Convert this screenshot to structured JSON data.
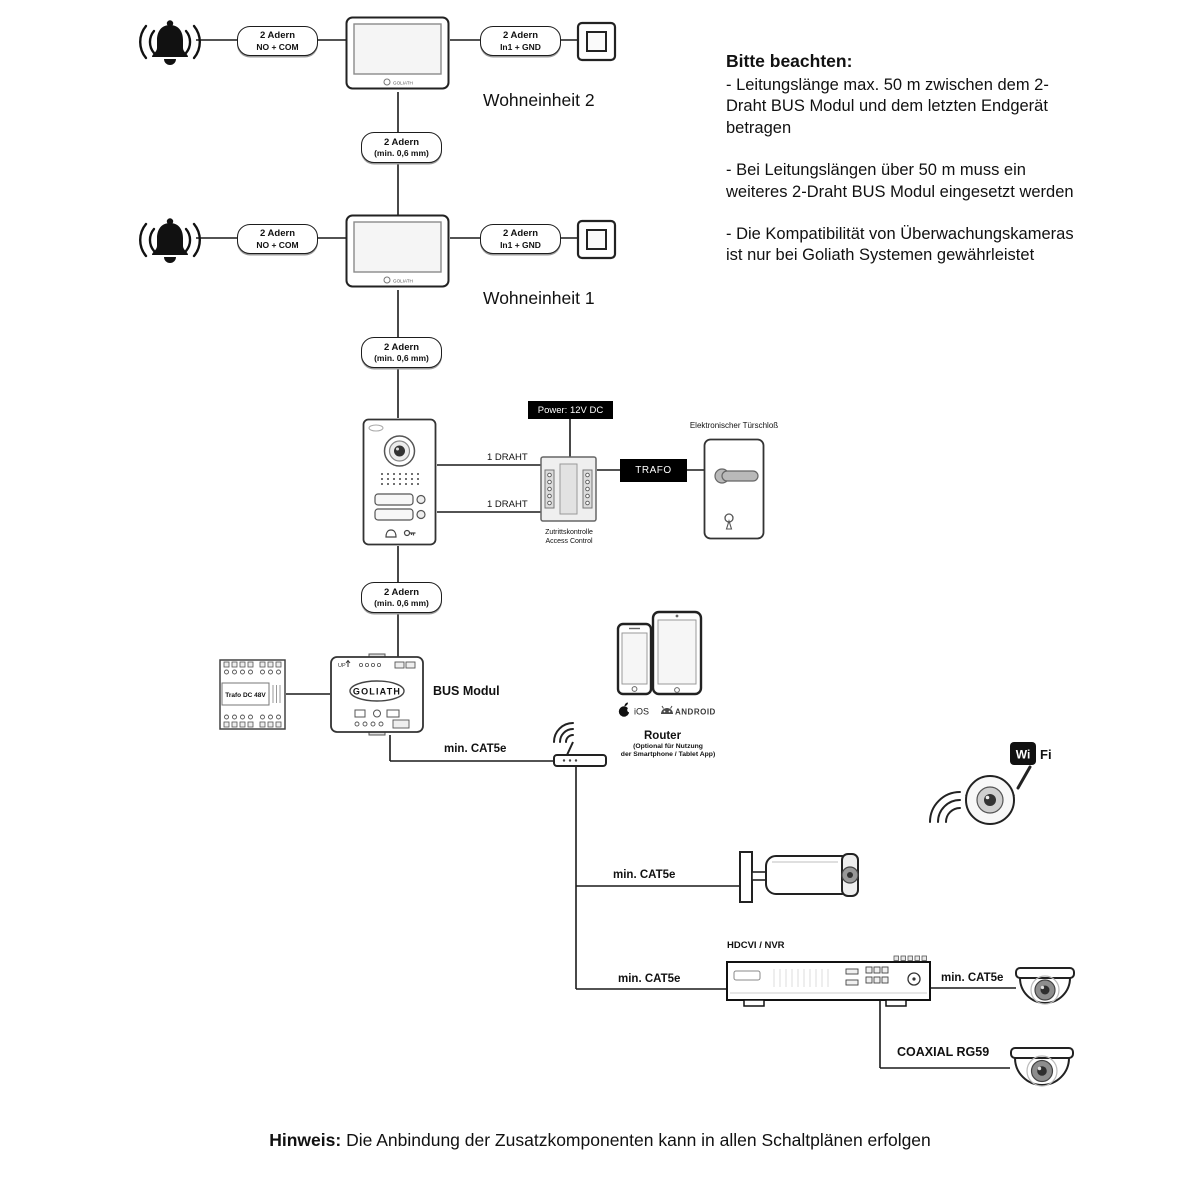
{
  "notes": {
    "heading": "Bitte beachten:",
    "items": [
      "- Leitungslänge max. 50 m zwischen dem 2-Draht BUS Modul und dem letzten Endgerät betragen",
      "- Bei Leitungslängen über 50 m muss ein weiteres 2-Draht BUS Modul eingesetzt werden",
      "- Die Kompatibilität von Überwachungskameras ist nur bei Goliath Systemen gewährleistet"
    ]
  },
  "units": {
    "unit1": "Wohneinheit 1",
    "unit2": "Wohneinheit 2"
  },
  "connectors": {
    "no_com": {
      "line1": "2 Adern",
      "line2": "NO + COM"
    },
    "in1_gnd": {
      "line1": "2 Adern",
      "line2": "In1 + GND"
    },
    "min06": {
      "line1": "2 Adern",
      "line2": "(min. 0,6 mm)"
    },
    "draht": "1 DRAHT",
    "cat5e": "min. CAT5e",
    "coaxial": "COAXIAL RG59"
  },
  "devices": {
    "power_label": "Power: 12V DC",
    "trafo_label": "TRAFO",
    "door_lock_label": "Elektronischer Türschloß",
    "access_line1": "Zutrittskontrolle",
    "access_line2": "Access Control",
    "trafo_dc": "Trafo DC 48V",
    "goliath": "GOLIATH",
    "bus_modul": "BUS Modul",
    "bus_up": "UP",
    "router": "Router",
    "router_sub1": "(Optional für Nutzung",
    "router_sub2": "der Smartphone / Tablet App)",
    "ios": "iOS",
    "android": "ANDROID",
    "nvr": "HDCVI / NVR",
    "wifi_wi": "Wi",
    "wifi_fi": "Fi",
    "monitor_brand": "GOLIATH"
  },
  "footer": {
    "bold": "Hinweis:",
    "text": "Die Anbindung der Zusatzkomponenten kann in allen Schaltplänen erfolgen"
  },
  "colors": {
    "line": "#1a1a1a",
    "ink": "#111111"
  }
}
